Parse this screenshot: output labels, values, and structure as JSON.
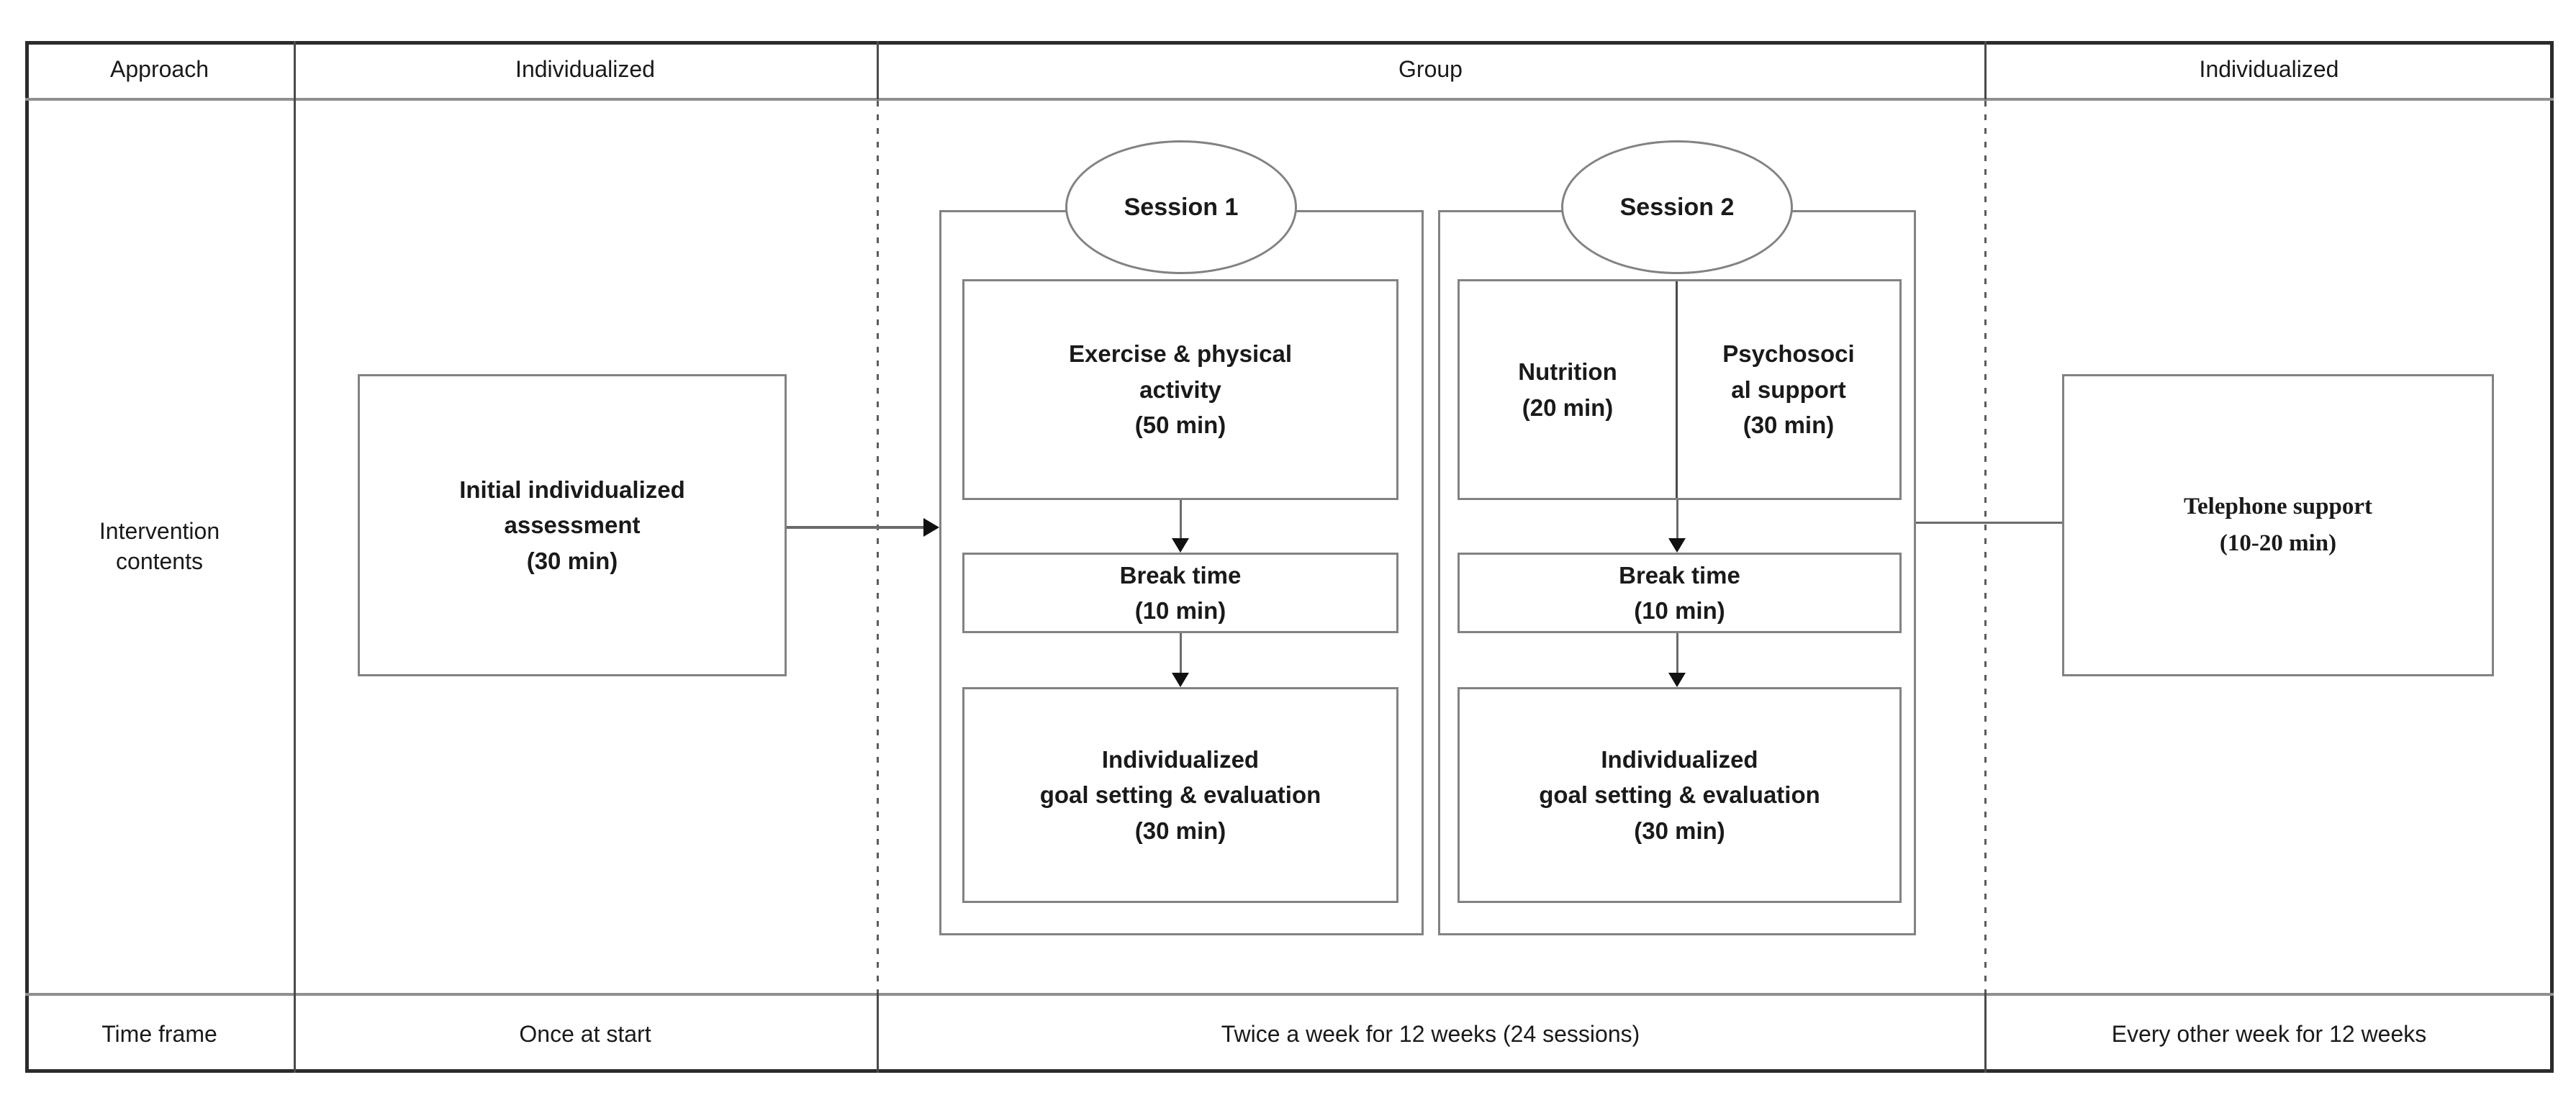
{
  "table": {
    "header": {
      "row_label": "Approach",
      "individualized_left": "Individualized",
      "group": "Group",
      "individualized_right": "Individualized"
    },
    "content_row_label": "Intervention\ncontents",
    "time_frame": {
      "row_label": "Time frame",
      "individualized_left": "Once at start",
      "group": "Twice a week for 12 weeks (24 sessions)",
      "individualized_right": "Every other week for 12 weeks"
    }
  },
  "diagram": {
    "initial_assessment": "Initial individualized\nassessment\n(30 min)",
    "session1": {
      "label": "Session 1",
      "exercise": "Exercise & physical\nactivity\n(50 min)",
      "break_time": "Break time\n(10 min)",
      "goal": "Individualized\ngoal setting & evaluation\n(30 min)"
    },
    "session2": {
      "label": "Session 2",
      "nutrition": "Nutrition\n(20 min)",
      "psychosocial": "Psychosoci\nal support\n(30 min)",
      "break_time": "Break time\n(10 min)",
      "goal": "Individualized\ngoal setting & evaluation\n(30 min)"
    },
    "telephone_support": "Telephone support\n(10-20 min)"
  },
  "colors": {
    "outer_border": "#2b2b2b",
    "box_border": "#828282",
    "row_line": "#8f8f8f",
    "divider": "#4a4a4a",
    "dashed_line": "#5c5c5c",
    "text": "#1a1a1a",
    "arrow_line": "#6b6b6b",
    "arrow_head": "#111111"
  }
}
